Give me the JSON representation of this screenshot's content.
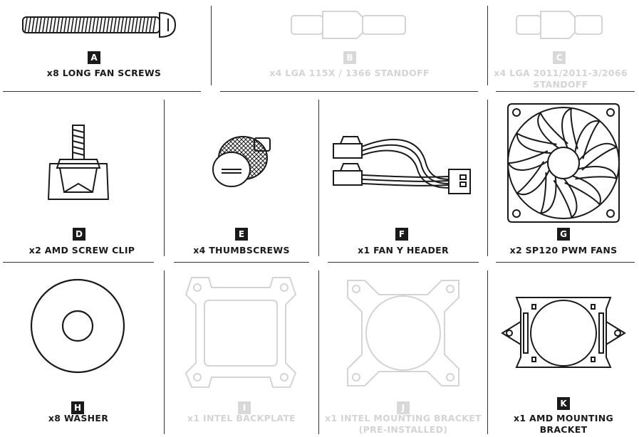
{
  "items": [
    {
      "letter": "A",
      "label": "x8 LONG FAN SCREWS"
    },
    {
      "letter": "B",
      "label": "x4 LGA 115X / 1366 STANDOFF"
    },
    {
      "letter": "C",
      "label": "x4 LGA 2011/2011-3/2066\nSTANDOFF"
    },
    {
      "letter": "D",
      "label": "x2 AMD SCREW CLIP"
    },
    {
      "letter": "E",
      "label": "x4 THUMBSCREWS"
    },
    {
      "letter": "F",
      "label": "x1 FAN Y HEADER"
    },
    {
      "letter": "G",
      "label": "x2 SP120 PWM FANS"
    },
    {
      "letter": "H",
      "label": "x8 WASHER"
    },
    {
      "letter": "I",
      "label": "x1 INTEL BACKPLATE"
    },
    {
      "letter": "J",
      "label": "x1 INTEL MOUNTING BRACKET\n(PRE-INSTALLED)"
    },
    {
      "letter": "K",
      "label": "x1 AMD MOUNTING\nBRACKET"
    }
  ],
  "colors": {
    "ink": "#1a1a1a",
    "faded": "#d4d4d4"
  }
}
